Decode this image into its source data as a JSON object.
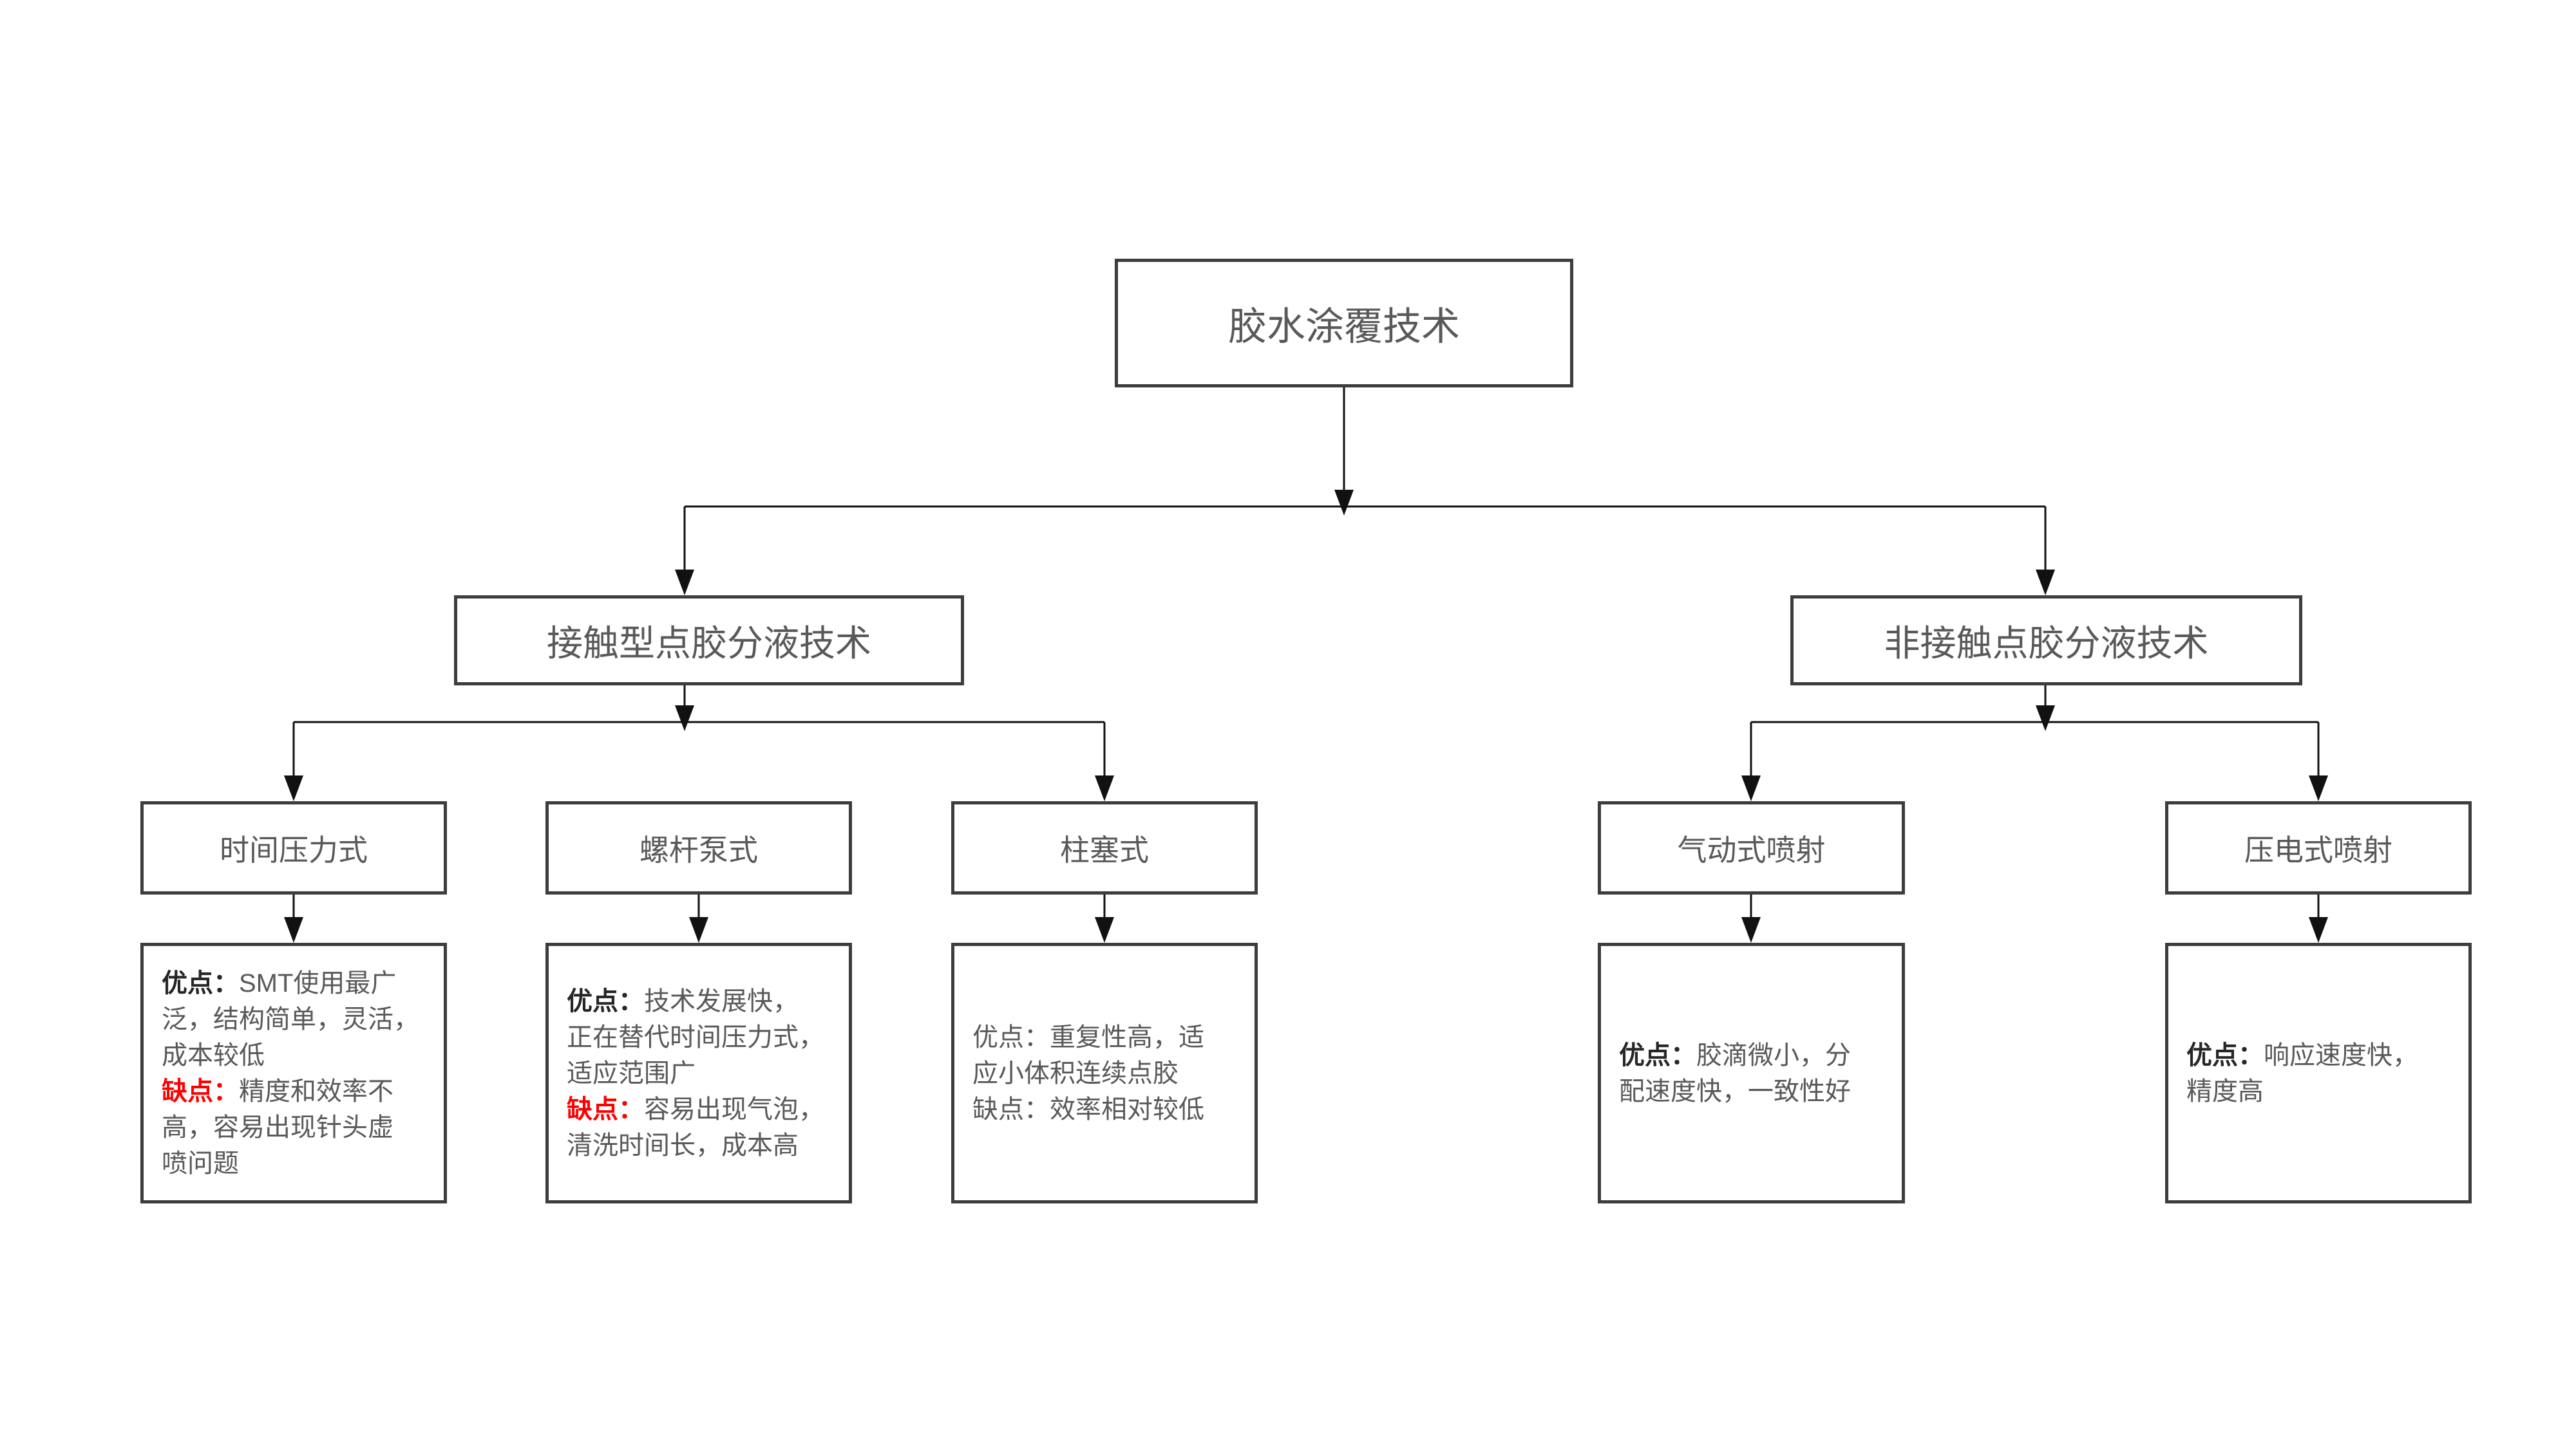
{
  "figure": {
    "type": "flowchart",
    "background": "#ffffff",
    "title": "胶水涂覆技术"
  },
  "colors": {
    "box_border": "#3d3d3d",
    "connector": "#111111",
    "title_text": "#595959",
    "body_text": "#595959",
    "label_bold": "#262626",
    "label_negative": "#ff0000"
  },
  "nodes": {
    "root": {
      "label": "胶水涂覆技术"
    },
    "branch_contact": {
      "label": "接触型点胶分液技术"
    },
    "branch_noncontact": {
      "label": "非接触点胶分液技术"
    },
    "time_pressure": {
      "label": "时间压力式"
    },
    "screw_pump": {
      "label": "螺杆泵式"
    },
    "plunger": {
      "label": "柱塞式"
    },
    "pneumatic_jet": {
      "label": "气动式喷射"
    },
    "piezo_jet": {
      "label": "压电式喷射"
    }
  },
  "details": {
    "time_pressure": {
      "segments": [
        {
          "label": "优点：",
          "emphasis": "bold",
          "text": "SMT使用最广\n泛，结构简单，灵活，\n成本较低\n"
        },
        {
          "label": "缺点：",
          "emphasis": "bold-red",
          "text": "精度和效率不\n高，容易出现针头虚\n喷问题"
        }
      ]
    },
    "screw_pump": {
      "segments": [
        {
          "label": "优点：",
          "emphasis": "bold",
          "text": "技术发展快，\n正在替代时间压力式，\n适应范围广\n"
        },
        {
          "label": "缺点：",
          "emphasis": "bold-red",
          "text": "容易出现气泡，\n清洗时间长，成本高"
        }
      ]
    },
    "plunger": {
      "segments": [
        {
          "label": "优点：",
          "emphasis": "none",
          "text": "重复性高，适\n应小体积连续点胶\n"
        },
        {
          "label": "缺点：",
          "emphasis": "none",
          "text": "效率相对较低"
        }
      ]
    },
    "pneumatic_jet": {
      "segments": [
        {
          "label": "优点：",
          "emphasis": "bold",
          "text": "胶滴微小，分\n配速度快，一致性好"
        }
      ]
    },
    "piezo_jet": {
      "segments": [
        {
          "label": "优点：",
          "emphasis": "bold",
          "text": "响应速度快，\n精度高"
        }
      ]
    }
  }
}
